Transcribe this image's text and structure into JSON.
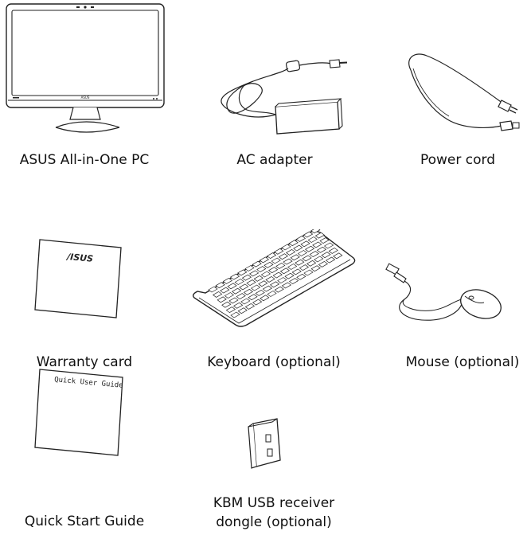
{
  "items": {
    "aio_pc": {
      "label": "ASUS All-in-One PC",
      "logo_text": "ASUS"
    },
    "ac_adapter": {
      "label": "AC adapter"
    },
    "power_cord": {
      "label": "Power cord"
    },
    "warranty_card": {
      "label": "Warranty card",
      "logo_text": "/ISUS"
    },
    "keyboard": {
      "label": "Keyboard (optional)"
    },
    "mouse": {
      "label": "Mouse (optional)"
    },
    "quick_start": {
      "label": "Quick Start Guide",
      "cover_text": "Quick User Guide"
    },
    "usb_receiver": {
      "label_line1": "KBM USB receiver",
      "label_line2": "dongle (optional)"
    }
  },
  "colors": {
    "line": "#222222",
    "fill": "#ffffff"
  }
}
